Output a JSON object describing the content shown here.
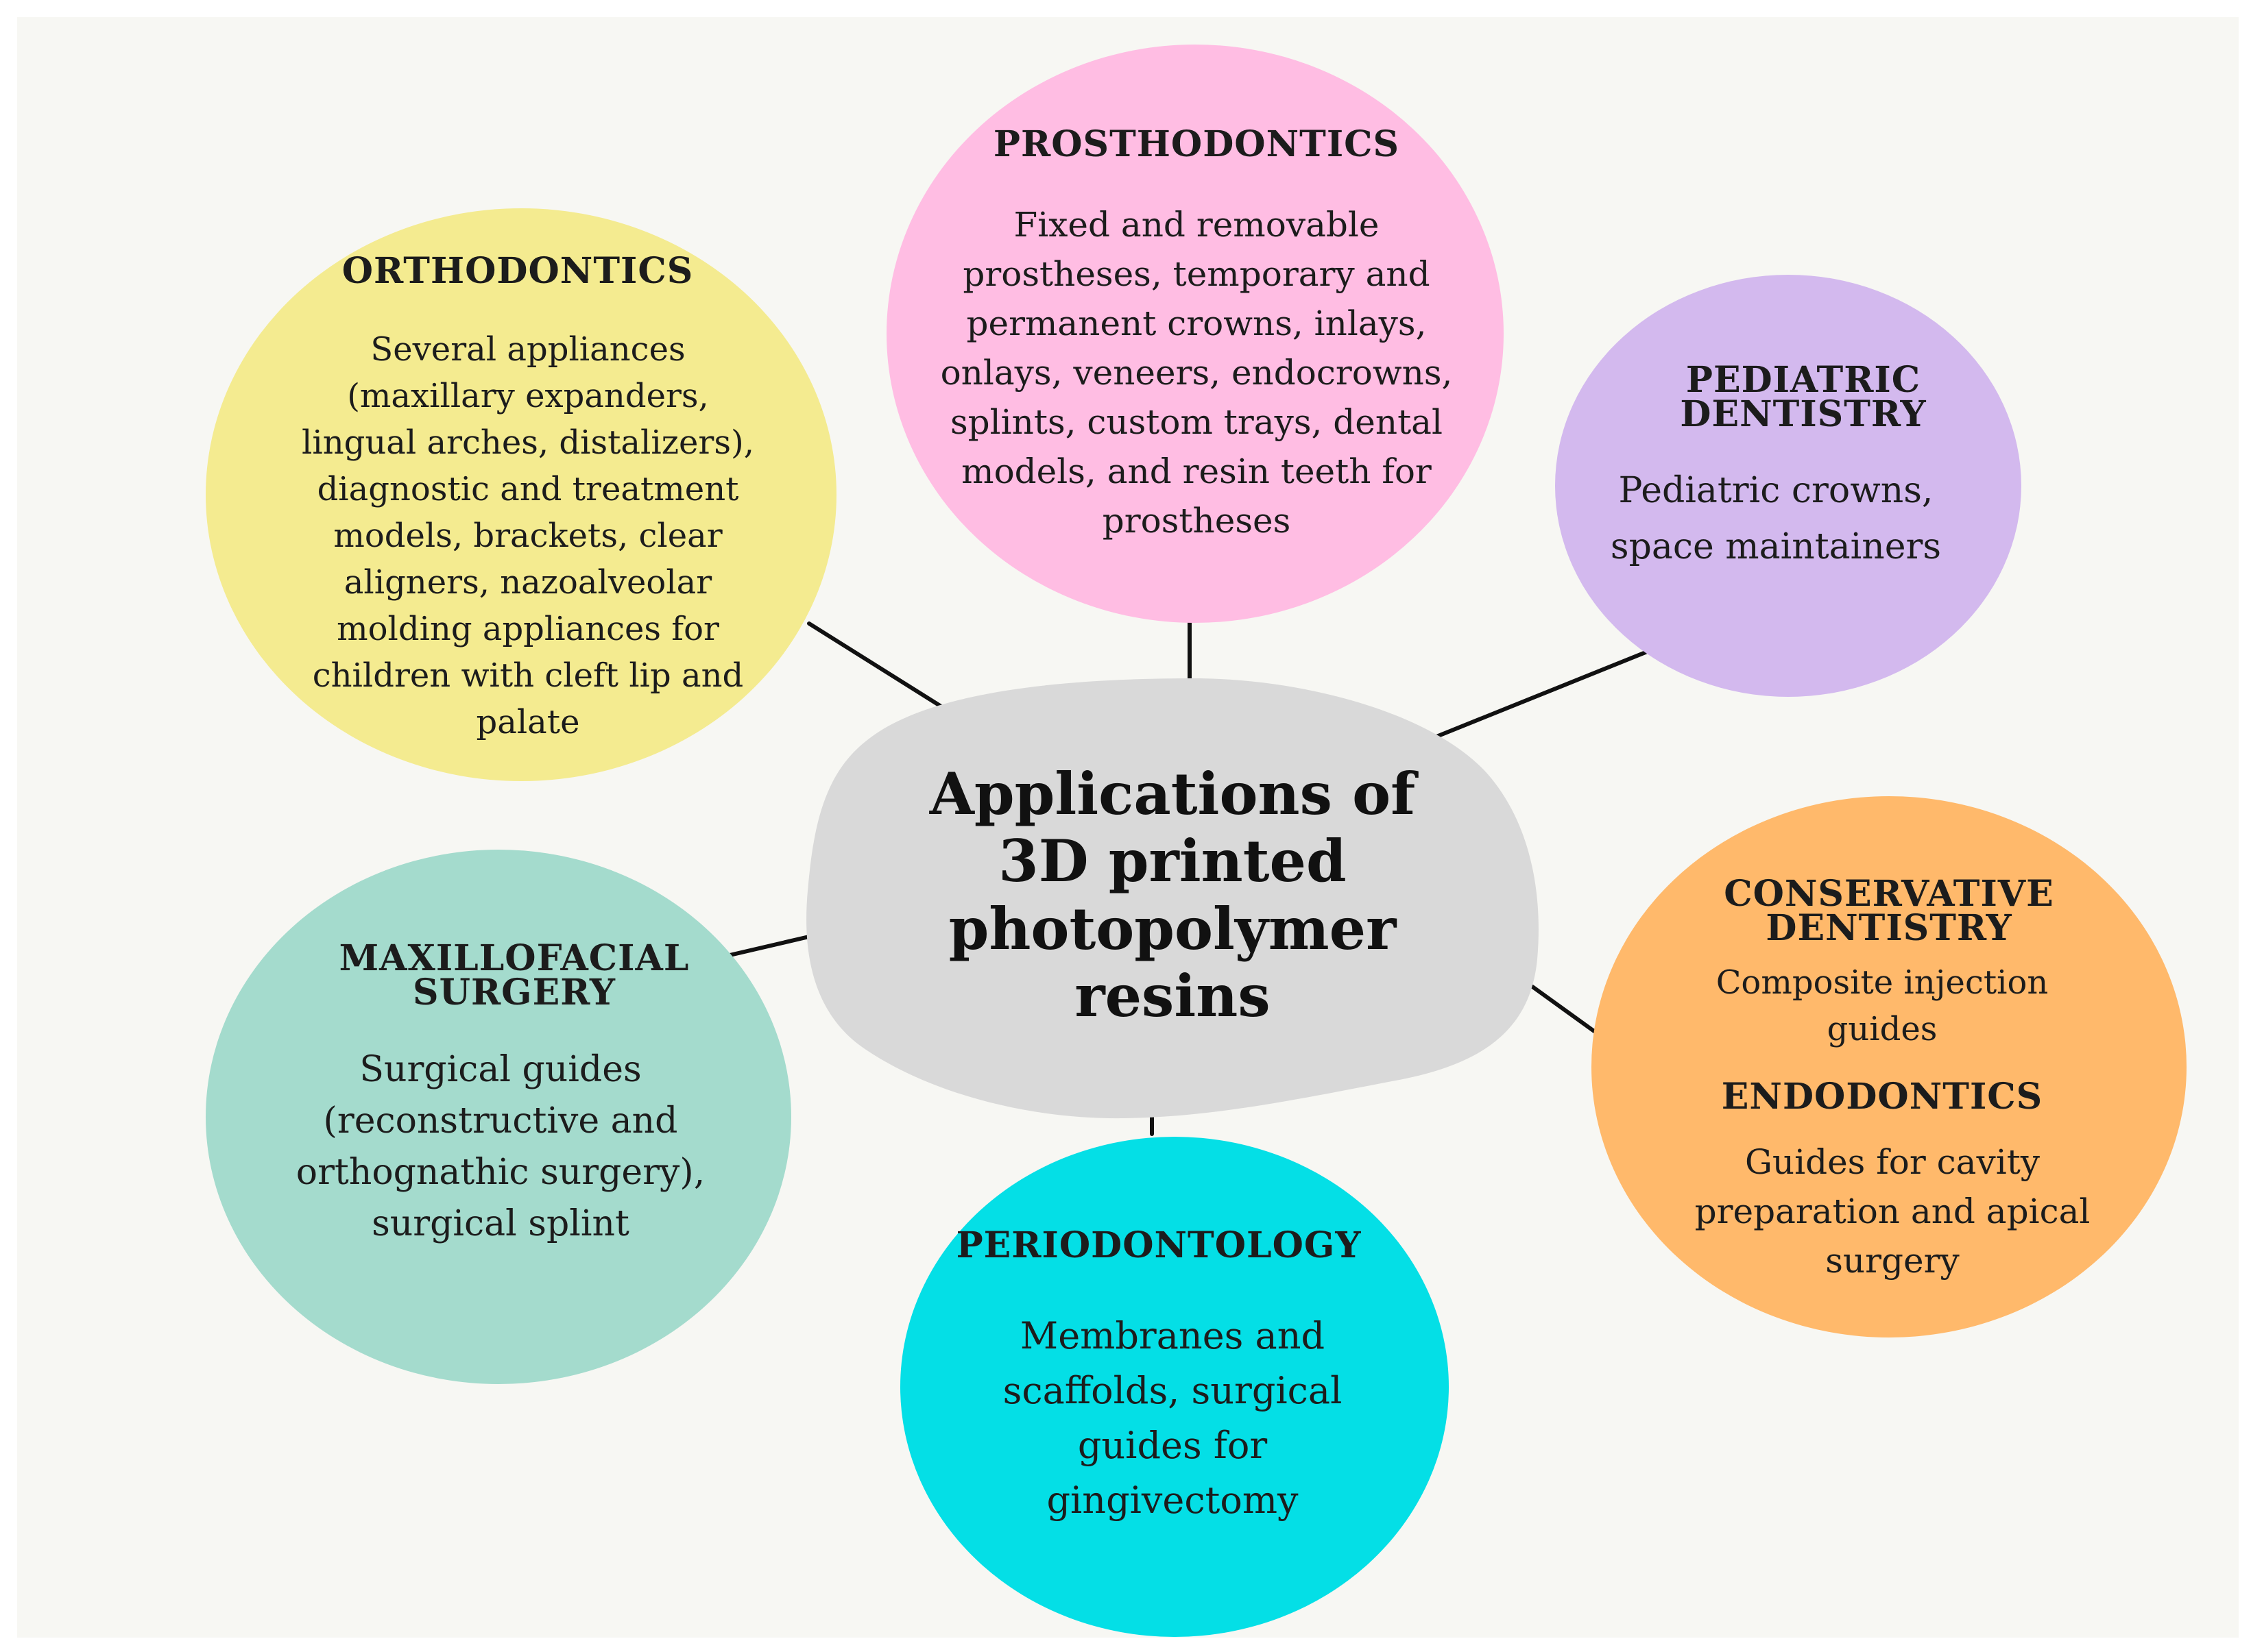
{
  "colors": {
    "background": "#f7f7f3",
    "hub": "#d9d9d9",
    "connector": "#111111",
    "prosthodontics": "#ffbde3",
    "orthodontics": "#f4eb90",
    "pediatric": "#d3b9ee",
    "maxillofacial": "#a4dbcd",
    "periodontology": "#04dfe6",
    "conservative": "#ffb96b"
  },
  "hub": {
    "title": "Applications of\n3D printed\nphotopolymer\nresins"
  },
  "nodes": {
    "prosthodontics": {
      "heading": "PROSTHODONTICS",
      "body": "Fixed and removable\nprostheses, temporary and\npermanent crowns, inlays,\nonlays, veneers, endocrowns,\nsplints, custom trays, dental\nmodels, and resin teeth for\nprostheses"
    },
    "orthodontics": {
      "heading": "ORTHODONTICS",
      "body": "Several appliances\n(maxillary expanders,\nlingual arches, distalizers),\ndiagnostic and treatment\nmodels, brackets, clear\naligners, nazoalveolar\nmolding appliances for\nchildren with cleft lip and\npalate"
    },
    "pediatric": {
      "heading": "PEDIATRIC\nDENTISTRY",
      "body": "Pediatric crowns,\nspace maintainers"
    },
    "maxillofacial": {
      "heading": "MAXILLOFACIAL\nSURGERY",
      "body": "Surgical guides\n(reconstructive and\northognathic surgery),\nsurgical splint"
    },
    "periodontology": {
      "heading": "PERIODONTOLOGY",
      "body": "Membranes and\nscaffolds, surgical\nguides for\ngingivectomy"
    },
    "conservative": {
      "heading": "CONSERVATIVE\nDENTISTRY",
      "body": "Composite injection\nguides",
      "heading2": "ENDODONTICS",
      "body2": "Guides for cavity\npreparation and apical\nsurgery"
    }
  }
}
